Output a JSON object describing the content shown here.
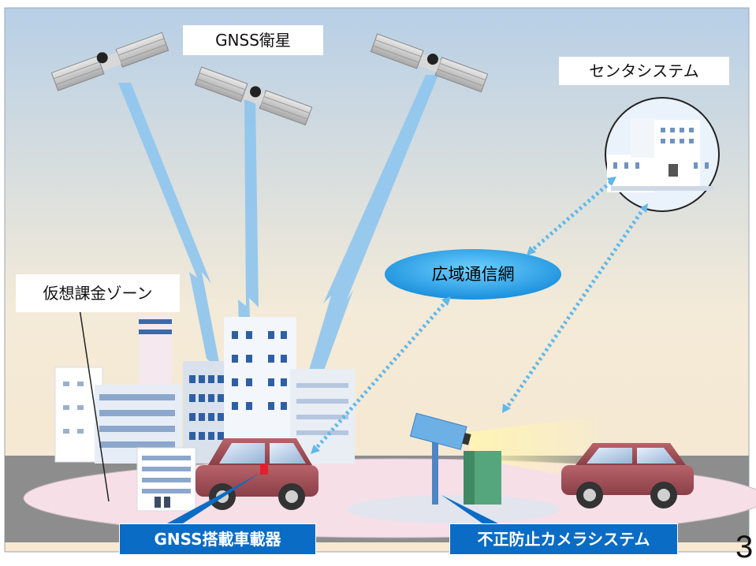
{
  "labels": {
    "satellites": "GNSS衛星",
    "center_system": "センタシステム",
    "network": "広域通信網",
    "virtual_zone": "仮想課金ゾーン",
    "onboard_unit": "GNSS搭載車載器",
    "camera_system": "不正防止カメラシステム"
  },
  "page_number": "3",
  "colors": {
    "sky_top": "#b7cfe6",
    "sky_bottom": "#f7e8cf",
    "signal_beam": "#8ec5ee",
    "network_oval": "#1e9be0",
    "label_box": "#0a6cc4",
    "car_body": "#9c4e55",
    "ground_zone": "#f7dfe8",
    "road": "#8d8d8d"
  },
  "icons": [
    "satellite-icon",
    "building-icon",
    "car-icon",
    "camera-icon",
    "center-building-icon"
  ]
}
